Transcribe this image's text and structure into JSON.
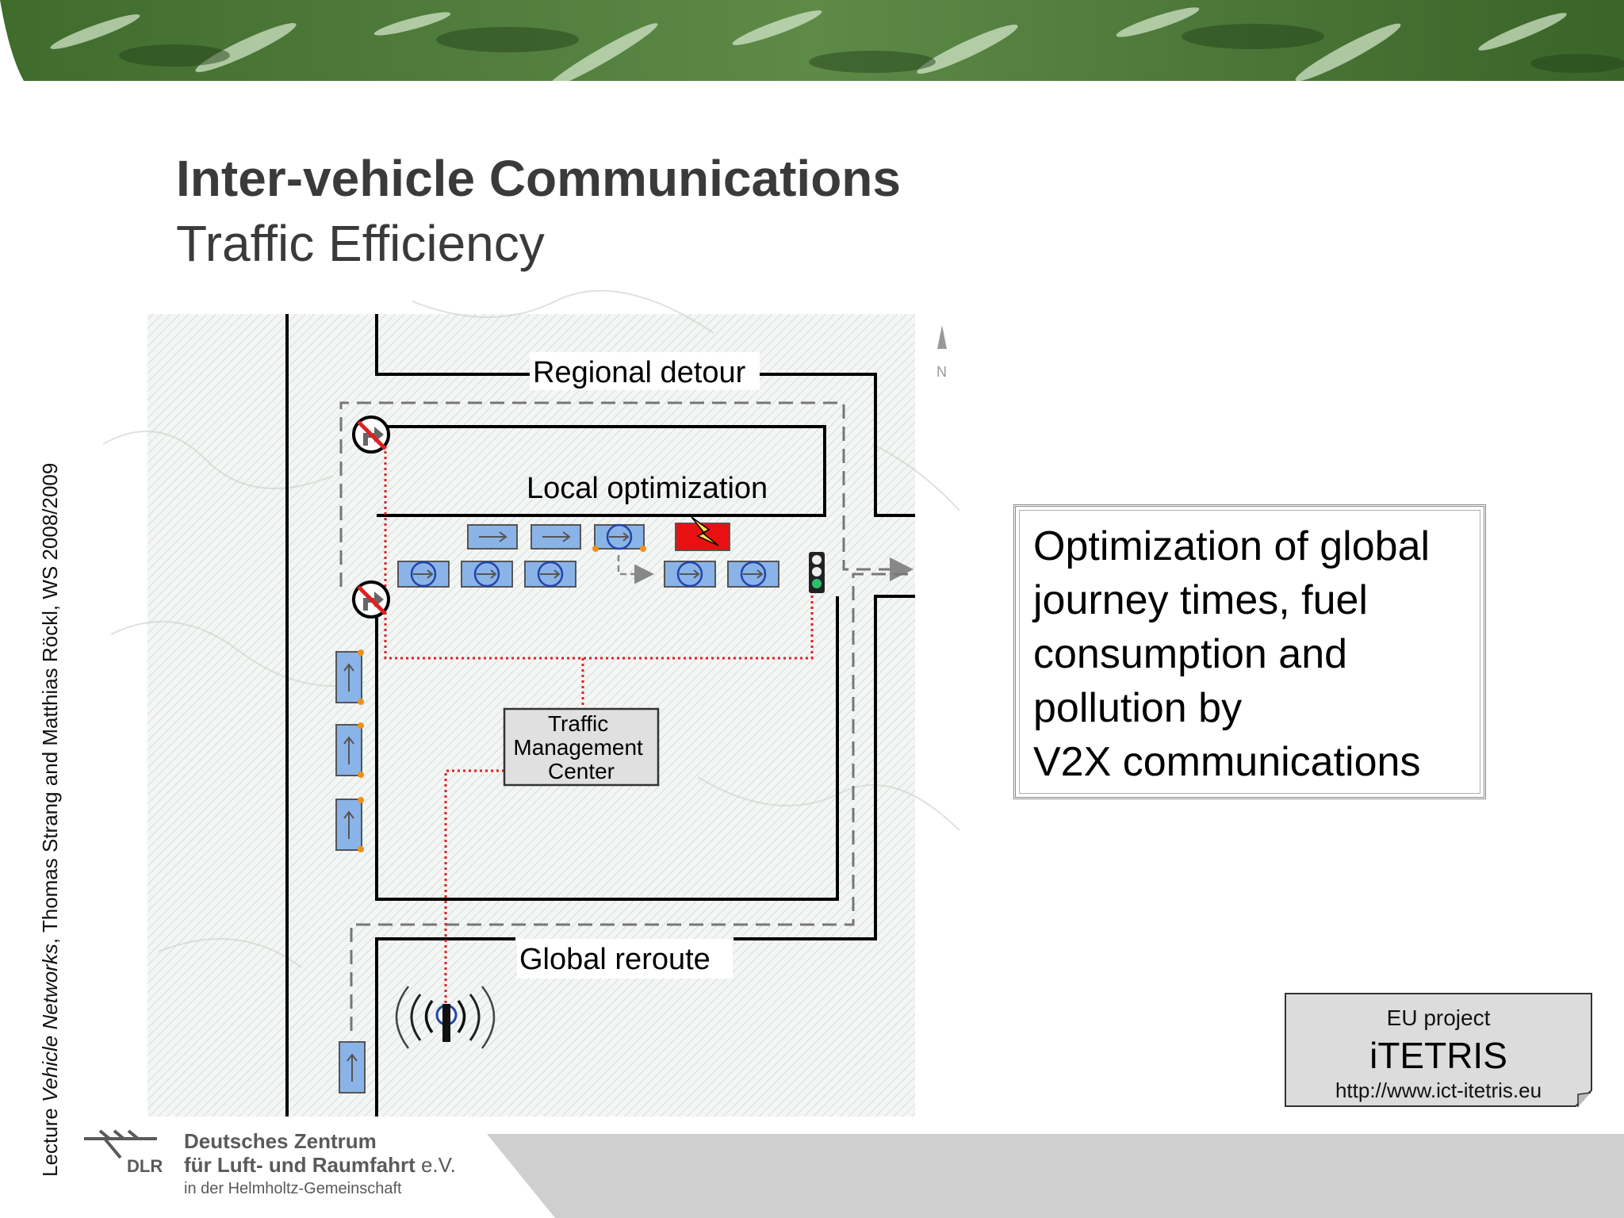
{
  "slide": {
    "title": "Inter-vehicle Communications",
    "subtitle": "Traffic Efficiency",
    "sidebar": {
      "prefix": "Lecture ",
      "course": "Vehicle Networks",
      "suffix": ", Thomas Strang and Matthias Röckl, WS 2008/2009"
    }
  },
  "diagram": {
    "regional_detour": "Regional detour",
    "local_optimization": "Local optimization",
    "traffic_center": [
      "Traffic",
      "Management",
      "Center"
    ],
    "global_reroute": "Global reroute",
    "compass": "N"
  },
  "info_box": {
    "lines": [
      "Optimization of global",
      "journey times, fuel",
      "consumption and",
      "pollution by",
      "V2X communications"
    ]
  },
  "eu_project": {
    "label": "EU project",
    "name": "iTETRIS",
    "url": "http://www.ict-itetris.eu"
  },
  "footer": {
    "org_line1": "Deutsches Zentrum",
    "org_line2": "für Luft- und Raumfahrt",
    "org_ev": " e.V.",
    "org_line3": "in der Helmholtz-Gemeinschaft",
    "logo_abbr": "DLR"
  },
  "colors": {
    "banner_green": "#4e7a3a",
    "road_line": "#000000",
    "signal_path": "#e02020",
    "car_fill": "#8ab4e8",
    "incident": "#e81010",
    "footer_gray": "#cfcfcf"
  }
}
